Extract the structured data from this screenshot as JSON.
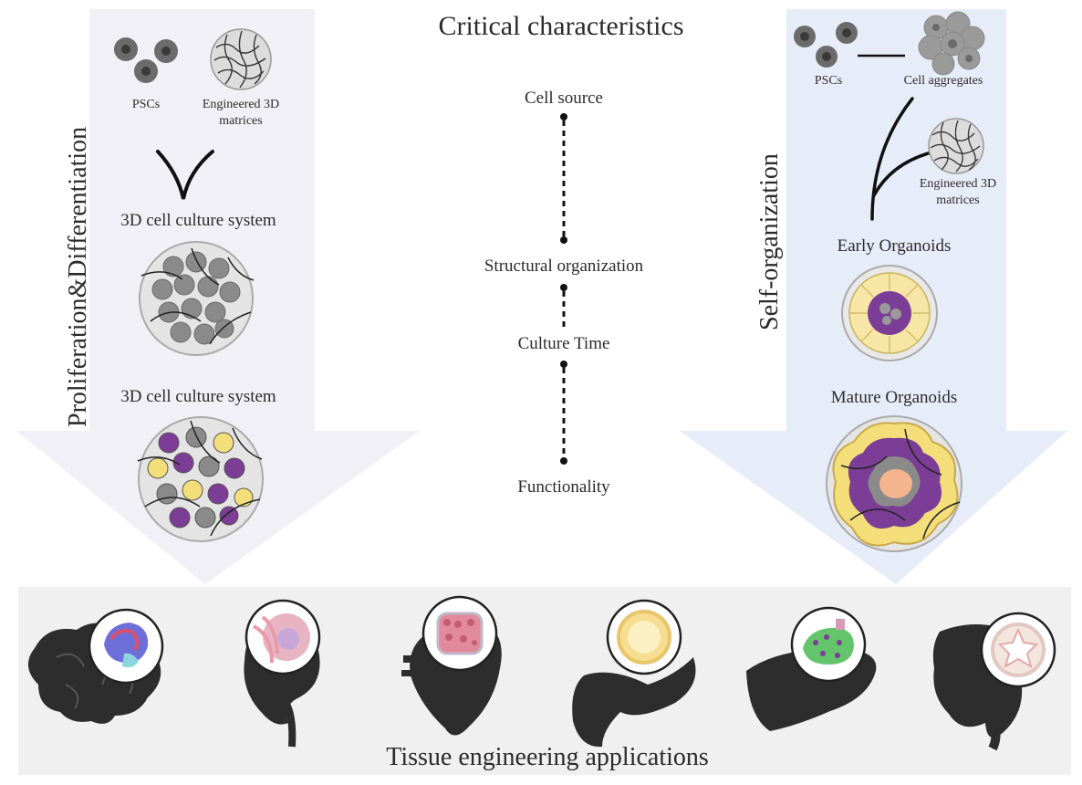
{
  "title": "Critical characteristics",
  "timeline": {
    "items": [
      "Cell source",
      "Structural organization",
      "Culture Time",
      "Functionality"
    ]
  },
  "left_panel": {
    "heading": "Proliferation&Differentiation",
    "psc_label": "PSCs",
    "matrix_label": "Engineered 3D matrices",
    "system_label_1": "3D cell culture system",
    "system_label_2": "3D cell culture system"
  },
  "right_panel": {
    "heading": "Self-organization",
    "psc_label": "PSCs",
    "aggregate_label": "Cell aggregates",
    "matrix_label": "Engineered 3D matrices",
    "early_label": "Early Organoids",
    "mature_label": "Mature Organoids"
  },
  "bottom": {
    "label": "Tissue engineering applications",
    "organs": [
      "brain-icon",
      "kidney-icon",
      "heart-icon",
      "pancreas-icon",
      "liver-icon",
      "intestine-icon"
    ]
  },
  "colors": {
    "left_arrow": "#f1f0f6",
    "right_arrow": "#e7edf8",
    "bottom_band": "#f0f0f0",
    "organ_silhouette": "#2d2d2d",
    "purple": "#7b3d96",
    "yellow": "#f3de7a"
  }
}
